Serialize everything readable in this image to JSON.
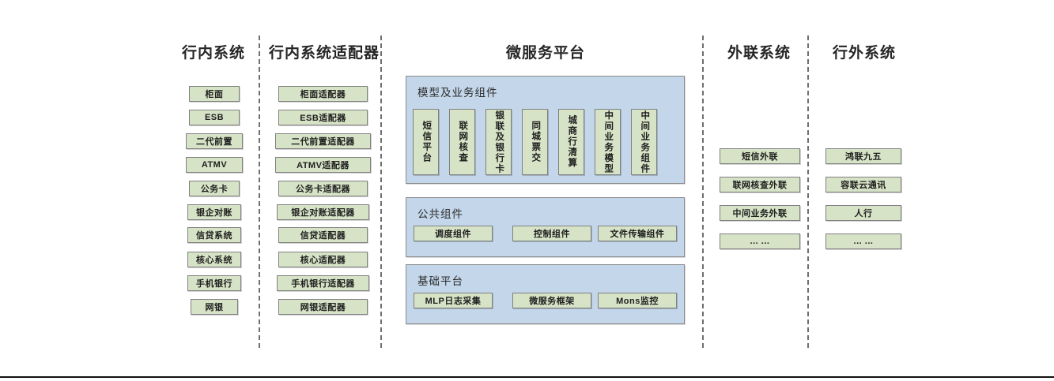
{
  "diagram": {
    "columns": [
      {
        "id": "internal-systems",
        "title": "行内系统",
        "items": [
          "柜面",
          "ESB",
          "二代前置",
          "ATMV",
          "公务卡",
          "银企对账",
          "信贷系统",
          "核心系统",
          "手机银行",
          "网银"
        ]
      },
      {
        "id": "internal-adapters",
        "title": "行内系统适配器",
        "items": [
          "柜面适配器",
          "ESB适配器",
          "二代前置适配器",
          "ATMV适配器",
          "公务卡适配器",
          "银企对账适配器",
          "信贷适配器",
          "核心适配器",
          "手机银行适配器",
          "网银适配器"
        ]
      },
      {
        "id": "microservice-platform",
        "title": "微服务平台",
        "panels": [
          {
            "id": "model-business-components",
            "title": "模型及业务组件",
            "items": [
              "短信平台",
              "联网核查",
              "银联及银行卡",
              "同城票交",
              "城商行清算",
              "中间业务模型",
              "中间业务组件"
            ]
          },
          {
            "id": "public-components",
            "title": "公共组件",
            "items": [
              "调度组件",
              "控制组件",
              "文件传输组件"
            ]
          },
          {
            "id": "base-platform",
            "title": "基础平台",
            "items": [
              "MLP日志采集",
              "微服务框架",
              "Mons监控"
            ]
          }
        ]
      },
      {
        "id": "external-link-systems",
        "title": "外联系统",
        "items": [
          "短信外联",
          "联网核查外联",
          "中间业务外联",
          "... ..."
        ]
      },
      {
        "id": "outside-bank-systems",
        "title": "行外系统",
        "items": [
          "鸿联九五",
          "容联云通讯",
          "人行",
          "... ..."
        ]
      }
    ],
    "colors": {
      "node_fill": "#d7e3c6",
      "node_border": "#808080",
      "panel_fill": "#c3d6ea",
      "panel_border": "#8a8a8a",
      "divider": "#6f6f6f",
      "text": "#202020"
    }
  }
}
